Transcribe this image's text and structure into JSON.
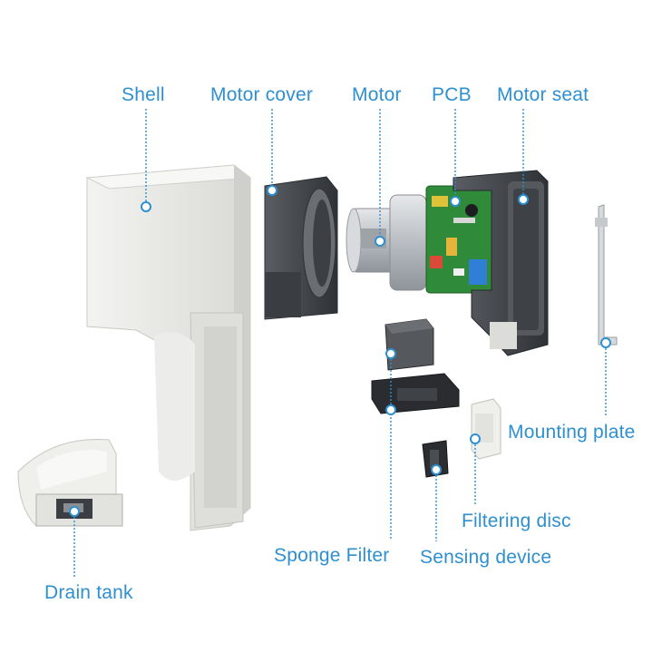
{
  "labels": {
    "shell": "Shell",
    "motor_cover": "Motor cover",
    "motor": "Motor",
    "pcb": "PCB",
    "motor_seat": "Motor seat",
    "mounting_plate": "Mounting plate",
    "filtering_disc": "Filtering disc",
    "sponge_filter": "Sponge Filter",
    "sensing_device": "Sensing device",
    "drain_tank": "Drain tank"
  },
  "colors": {
    "label_text": "#2e8fd1",
    "leader_line": "#2e8fd1",
    "shell_body": "#e9e9e6",
    "motor_cover": "#4a4d52",
    "pcb_board": "#2f8a3a",
    "motor_metal": "#c9ccd0"
  }
}
